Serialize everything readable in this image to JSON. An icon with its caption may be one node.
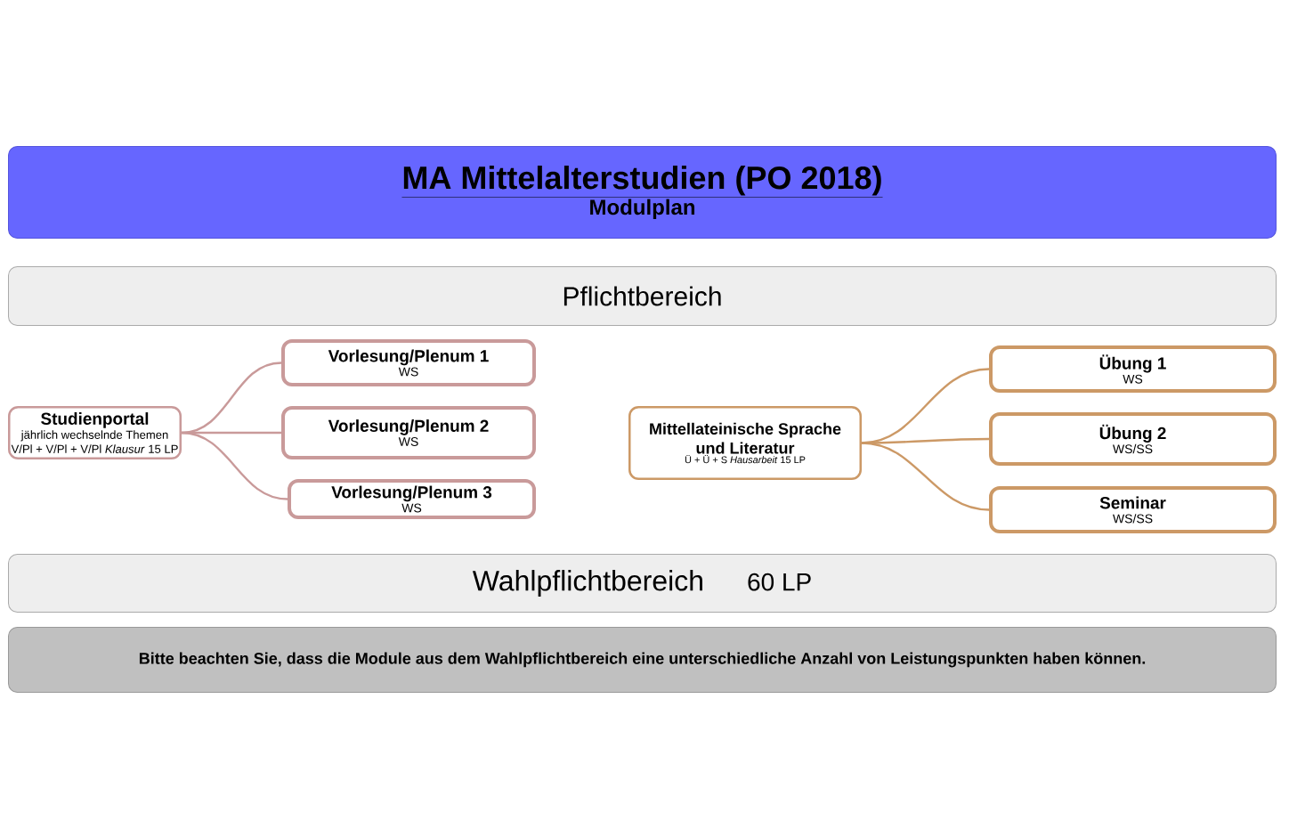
{
  "diagram": {
    "nodes": [
      {
        "text": [
          "MA Mittelalterstudien (PO 2018)",
          "Modulplan"
        ]
      },
      {
        "text": [
          "Pflichtbereich"
        ]
      },
      {
        "text": [
          "Studienportal",
          "jährlich wechselnde Themen",
          "V/Pl + V/Pl + V/Pl *Klausur* 15 LP"
        ]
      },
      {
        "text": [
          "Vorlesung/Plenum 1",
          "WS"
        ]
      },
      {
        "text": [
          "Vorlesung/Plenum 2",
          "WS"
        ]
      },
      {
        "text": [
          "Vorlesung/Plenum 3",
          "WS"
        ]
      },
      {
        "text": [
          "Mittellateinische Sprache und Literatur",
          "Ü + Ü + S *Hausarbeit* 15 LP"
        ]
      },
      {
        "text": [
          "Übung 1",
          "WS"
        ]
      },
      {
        "text": [
          "Übung 2",
          "WS/SS"
        ]
      },
      {
        "text": [
          "Seminar",
          "WS/SS"
        ]
      },
      {
        "text": [
          "Wahlpflichtbereich",
          "60 LP"
        ]
      },
      {
        "text": [
          "Bitte beachten Sie, dass die Module aus dem Wahlpflichtbereich eine unterschiedliche Anzahl von Leistungspunkten haben können."
        ]
      }
    ],
    "edges": [
      {
        "from": 2,
        "to": 3,
        "arrow": "none",
        "color": "#c99a9a"
      },
      {
        "from": 2,
        "to": 4,
        "arrow": "none",
        "color": "#c99a9a"
      },
      {
        "from": 2,
        "to": 5,
        "arrow": "none",
        "color": "#c99a9a"
      },
      {
        "from": 6,
        "to": 7,
        "arrow": "none",
        "color": "#cc9966"
      },
      {
        "from": 6,
        "to": 8,
        "arrow": "none",
        "color": "#cc9966"
      },
      {
        "from": 6,
        "to": 9,
        "arrow": "none",
        "color": "#cc9966"
      }
    ]
  }
}
